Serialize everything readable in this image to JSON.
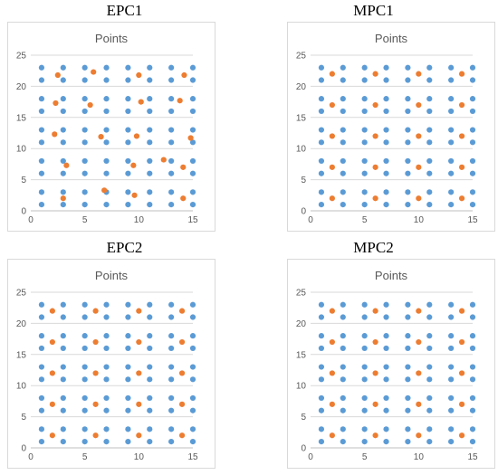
{
  "colors": {
    "blue": "#5b9bd5",
    "orange": "#ed7d31",
    "grid": "#d9d9d9"
  },
  "charts": [
    {
      "panel_label": "EPC1",
      "chart_title": "Points"
    },
    {
      "panel_label": "MPC1",
      "chart_title": "Points"
    },
    {
      "panel_label": "EPC2",
      "chart_title": "Points"
    },
    {
      "panel_label": "MPC2",
      "chart_title": "Points"
    }
  ],
  "chart_data": [
    {
      "type": "scatter",
      "title": "Points",
      "xlim": [
        0,
        15
      ],
      "ylim": [
        0,
        25
      ],
      "xticks": [
        0,
        5,
        10,
        15
      ],
      "yticks": [
        0,
        5,
        10,
        15,
        20,
        25
      ],
      "grid": "horizontal",
      "series": [
        {
          "color": "blue",
          "x_grid": [
            1,
            3,
            5,
            7,
            9,
            11,
            13,
            15
          ],
          "y_grid": [
            1,
            3,
            6,
            8,
            11,
            13,
            16,
            18,
            21,
            23
          ]
        },
        {
          "color": "orange",
          "points": [
            [
              2.5,
              21.8
            ],
            [
              5.8,
              22.3
            ],
            [
              10,
              21.8
            ],
            [
              14.2,
              21.8
            ],
            [
              2.3,
              17.3
            ],
            [
              5.5,
              17
            ],
            [
              10.2,
              17.5
            ],
            [
              13.8,
              17.7
            ],
            [
              2.2,
              12.3
            ],
            [
              6.5,
              11.9
            ],
            [
              9.8,
              12
            ],
            [
              14.8,
              11.7
            ],
            [
              3.3,
              7.3
            ],
            [
              9.5,
              7.3
            ],
            [
              12.3,
              8.2
            ],
            [
              14.1,
              7
            ],
            [
              3,
              2
            ],
            [
              6.8,
              3.3
            ],
            [
              9.6,
              2.5
            ],
            [
              14.1,
              2
            ]
          ]
        }
      ]
    },
    {
      "type": "scatter",
      "title": "Points",
      "xlim": [
        0,
        15
      ],
      "ylim": [
        0,
        25
      ],
      "xticks": [
        0,
        5,
        10,
        15
      ],
      "yticks": [
        0,
        5,
        10,
        15,
        20,
        25
      ],
      "grid": "horizontal",
      "series": [
        {
          "color": "blue",
          "x_grid": [
            1,
            3,
            5,
            7,
            9,
            11,
            13,
            15
          ],
          "y_grid": [
            1,
            3,
            6,
            8,
            11,
            13,
            16,
            18,
            21,
            23
          ]
        },
        {
          "color": "orange",
          "points": [
            [
              2,
              22
            ],
            [
              6,
              22
            ],
            [
              10,
              22
            ],
            [
              14,
              22
            ],
            [
              2,
              17
            ],
            [
              6,
              17
            ],
            [
              10,
              17
            ],
            [
              14,
              17
            ],
            [
              2,
              12
            ],
            [
              6,
              12
            ],
            [
              10,
              12
            ],
            [
              14,
              12
            ],
            [
              2,
              7
            ],
            [
              6,
              7
            ],
            [
              10,
              7
            ],
            [
              14,
              7
            ],
            [
              2,
              2
            ],
            [
              6,
              2
            ],
            [
              10,
              2
            ],
            [
              14,
              2
            ]
          ]
        }
      ]
    },
    {
      "type": "scatter",
      "title": "Points",
      "xlim": [
        0,
        15
      ],
      "ylim": [
        0,
        25
      ],
      "xticks": [
        0,
        5,
        10,
        15
      ],
      "yticks": [
        0,
        5,
        10,
        15,
        20,
        25
      ],
      "grid": "horizontal",
      "series": [
        {
          "color": "blue",
          "x_grid": [
            1,
            3,
            5,
            7,
            9,
            11,
            13,
            15
          ],
          "y_grid": [
            1,
            3,
            6,
            8,
            11,
            13,
            16,
            18,
            21,
            23
          ]
        },
        {
          "color": "orange",
          "points": [
            [
              2,
              22
            ],
            [
              6,
              22
            ],
            [
              10,
              22
            ],
            [
              14,
              22
            ],
            [
              2,
              17
            ],
            [
              6,
              17
            ],
            [
              10,
              17
            ],
            [
              14,
              17
            ],
            [
              2,
              12
            ],
            [
              6,
              12
            ],
            [
              10,
              12
            ],
            [
              14,
              12
            ],
            [
              2,
              7
            ],
            [
              6,
              7
            ],
            [
              10,
              7
            ],
            [
              14,
              7
            ],
            [
              2,
              2
            ],
            [
              6,
              2
            ],
            [
              10,
              2
            ],
            [
              14,
              2
            ]
          ]
        }
      ]
    },
    {
      "type": "scatter",
      "title": "Points",
      "xlim": [
        0,
        15
      ],
      "ylim": [
        0,
        25
      ],
      "xticks": [
        0,
        5,
        10,
        15
      ],
      "yticks": [
        0,
        5,
        10,
        15,
        20,
        25
      ],
      "grid": "horizontal",
      "series": [
        {
          "color": "blue",
          "x_grid": [
            1,
            3,
            5,
            7,
            9,
            11,
            13,
            15
          ],
          "y_grid": [
            1,
            3,
            6,
            8,
            11,
            13,
            16,
            18,
            21,
            23
          ]
        },
        {
          "color": "orange",
          "points": [
            [
              2,
              22
            ],
            [
              6,
              22
            ],
            [
              10,
              22
            ],
            [
              14,
              22
            ],
            [
              2,
              17
            ],
            [
              6,
              17
            ],
            [
              10,
              17
            ],
            [
              14,
              17
            ],
            [
              2,
              12
            ],
            [
              6,
              12
            ],
            [
              10,
              12
            ],
            [
              14,
              12
            ],
            [
              2,
              7
            ],
            [
              6,
              7
            ],
            [
              10,
              7
            ],
            [
              14,
              7
            ],
            [
              2,
              2
            ],
            [
              6,
              2
            ],
            [
              10,
              2
            ],
            [
              14,
              2
            ]
          ]
        }
      ]
    }
  ]
}
